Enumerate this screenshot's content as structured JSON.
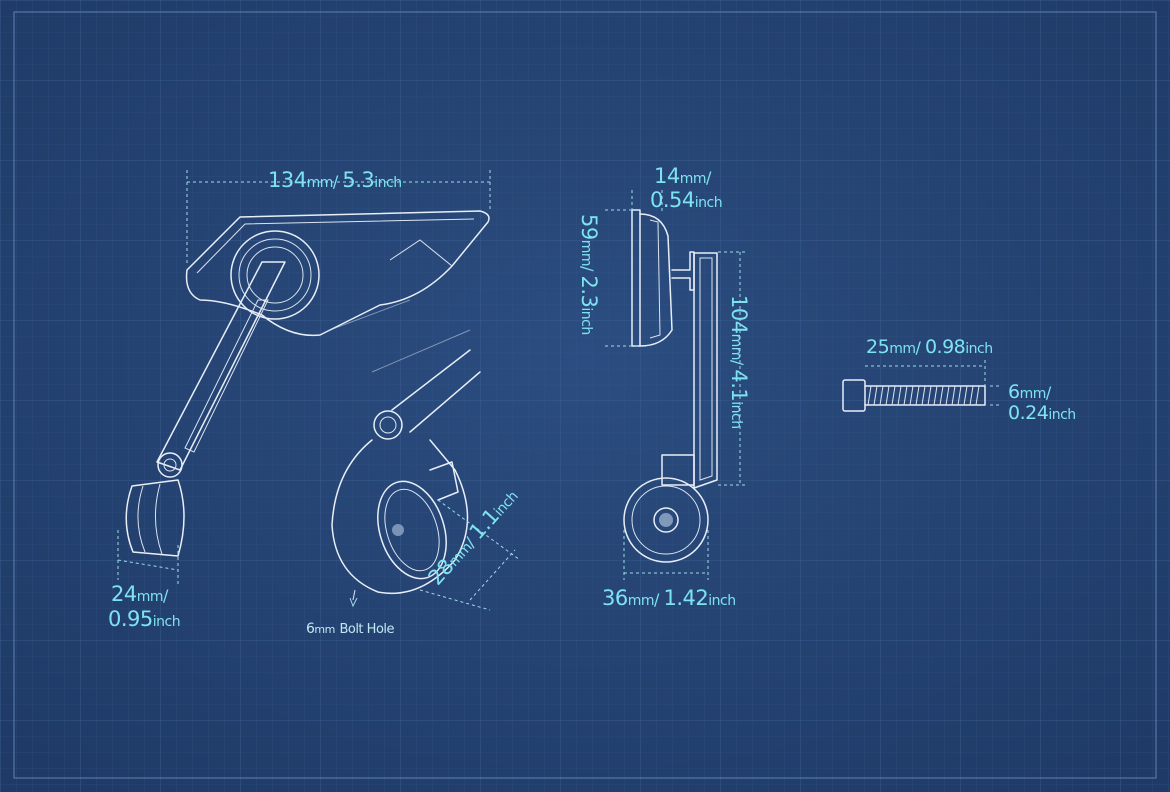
{
  "colors": {
    "background": "#23406e",
    "grid": "#3d5f8f",
    "drawing": "#e8eef7",
    "dimension_text": "#7ee3f0"
  },
  "dimensions": {
    "width": {
      "value": "134",
      "unit": "mm",
      "sep": "/",
      "value2": "5.3",
      "unit2": "inch"
    },
    "arm_thickness": {
      "value": "24",
      "unit": "mm",
      "sep": "/",
      "value2": "0.95",
      "unit2": "inch"
    },
    "clamp_diameter": {
      "value": "28",
      "unit": "mm",
      "sep": "/",
      "value2": "1.1",
      "unit2": "inch"
    },
    "bolt_hole": {
      "value": "6",
      "unit": "mm",
      "text": "Bolt Hole"
    },
    "head_depth": {
      "value": "14",
      "unit": "mm",
      "sep": "/",
      "value2": "0.54",
      "unit2": "inch"
    },
    "head_height": {
      "value": "59",
      "unit": "mm",
      "sep": "/",
      "value2": "2.3",
      "unit2": "inch"
    },
    "total_height": {
      "value": "104",
      "unit": "mm",
      "sep": "/",
      "value2": "4.1",
      "unit2": "inch"
    },
    "clamp_width": {
      "value": "36",
      "unit": "mm",
      "sep": "/",
      "value2": "1.42",
      "unit2": "inch"
    },
    "bolt_length": {
      "value": "25",
      "unit": "mm",
      "sep": "/",
      "value2": "0.98",
      "unit2": "inch"
    },
    "bolt_diameter": {
      "value": "6",
      "unit": "mm",
      "sep": "/",
      "value2": "0.24",
      "unit2": "inch"
    }
  }
}
